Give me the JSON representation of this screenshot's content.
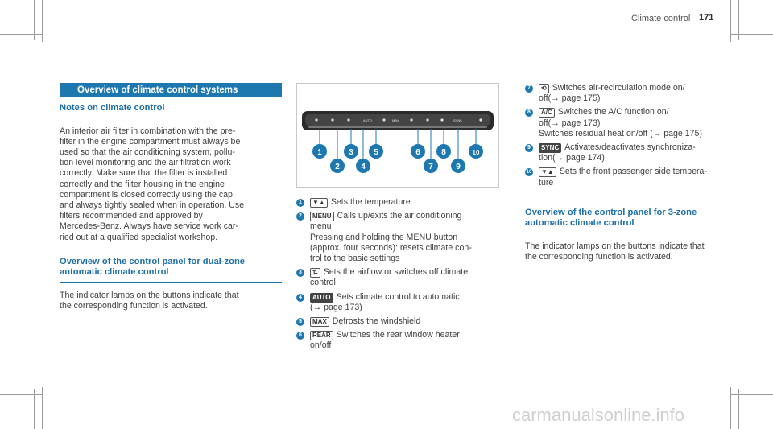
{
  "header": {
    "title": "Climate control",
    "page": "171"
  },
  "left": {
    "bar": "Overview of climate control systems",
    "notes_head": "Notes on climate control",
    "notes_lines": [
      "An interior air filter in combination with the pre-",
      "filter in the engine compartment must always be",
      "used so that the air conditioning system, pollu-",
      "tion level monitoring and the air filtration work",
      "correctly. Make sure that the filter is installed",
      "correctly and the filter housing in the engine",
      "compartment is closed correctly using the cap",
      "and always tightly sealed when in operation. Use",
      "filters recommended and approved by",
      "Mercedes-Benz. Always have service work car-",
      "ried out at a qualified specialist workshop."
    ],
    "dual_head": [
      "Overview of the control panel for dual-zone",
      "automatic climate control"
    ],
    "dual_lines": [
      "The indicator lamps on the buttons indicate that",
      "the corresponding function is activated."
    ]
  },
  "figure": {
    "panel_labels": [
      "AUTO",
      "MAX",
      "SYNC"
    ],
    "callouts": [
      "1",
      "2",
      "3",
      "4",
      "5",
      "6",
      "7",
      "8",
      "9",
      "10"
    ]
  },
  "middle": {
    "items": [
      {
        "n": "1",
        "icon": "▼▲",
        "lines": [
          "Sets the temperature"
        ]
      },
      {
        "n": "2",
        "icon": "MENU",
        "lines": [
          "Calls up/exits the air conditioning",
          "menu",
          "Pressing and holding the MENU button",
          "(approx. four seconds): resets climate con-",
          "trol to the basic settings"
        ]
      },
      {
        "n": "3",
        "icon": "⇅",
        "lines": [
          "Sets the airflow or switches off climate",
          "control"
        ]
      },
      {
        "n": "4",
        "icon": "AUTO",
        "lines": [
          "Sets climate control to automatic",
          "(→ page 173)"
        ]
      },
      {
        "n": "5",
        "icon": "MAX",
        "lines": [
          "Defrosts the windshield"
        ]
      },
      {
        "n": "6",
        "icon": "REAR",
        "lines": [
          "Switches the rear window heater",
          "on/off"
        ]
      }
    ]
  },
  "right": {
    "items": [
      {
        "n": "7",
        "icon": "⟲",
        "lines": [
          "Switches air-recirculation mode on/",
          "off(→ page 175)"
        ]
      },
      {
        "n": "8",
        "icon": "A/C",
        "lines": [
          "Switches the A/C function on/",
          "off(→ page 173)",
          "Switches residual heat on/off (→ page 175)"
        ]
      },
      {
        "n": "9",
        "icon": "SYNC",
        "lines": [
          "Activates/deactivates synchroniza-",
          "tion(→ page 174)"
        ]
      },
      {
        "n": "10",
        "icon": "▼▲",
        "lines": [
          "Sets the front passenger side tempera-",
          "ture"
        ]
      }
    ],
    "three_head": [
      "Overview of the control panel for 3-zone",
      "automatic climate control"
    ],
    "three_lines": [
      "The indicator lamps on the buttons indicate that",
      "the corresponding function is activated."
    ]
  },
  "watermark": "carmanualsonline.info"
}
